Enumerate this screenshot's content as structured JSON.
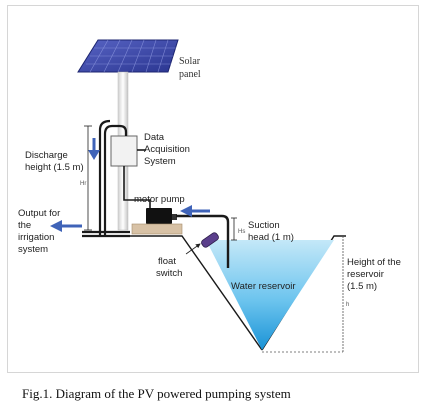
{
  "labels": {
    "solar_panel": [
      "Solar",
      "panel"
    ],
    "data_acquisition": [
      "Data",
      "Acquisition",
      "System"
    ],
    "discharge_height": [
      "Discharge",
      "height (1.5 m)"
    ],
    "hr": "Hr",
    "output": [
      "Output for",
      "the",
      "irrigation",
      "system"
    ],
    "motor_pump": "motor pump",
    "suction_head": [
      "Suction",
      "head (1 m)"
    ],
    "hs": "Hs",
    "float_switch": [
      "float",
      "switch"
    ],
    "water_reservoir": "Water reservoir",
    "reservoir_height": [
      "Height of the",
      "reservoir",
      "(1.5 m)"
    ],
    "h": "h"
  },
  "caption": "Fig.1. Diagram of the PV powered pumping system",
  "colors": {
    "panel": "#3c4aa8",
    "water_top": "#b8e3f6",
    "water_bottom": "#1f9ad8",
    "pipe": "#1a1a1a",
    "arrow": "#3f63b8",
    "pump": "#111111",
    "platform": "#d8c2a6"
  }
}
